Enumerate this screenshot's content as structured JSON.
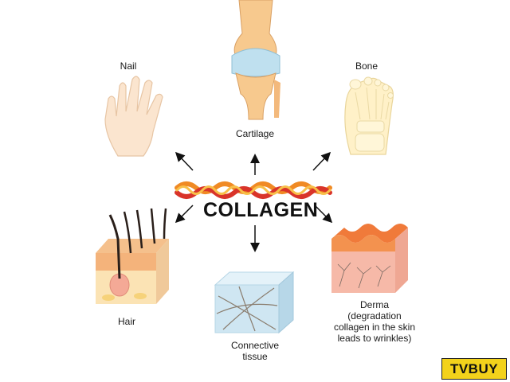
{
  "title": "COLLAGEN",
  "labels": {
    "nail": "Nail",
    "cartilage": "Cartilage",
    "bone": "Bone",
    "hair": "Hair",
    "connective_line1": "Connective",
    "connective_line2": "tissue",
    "derma_line1": "Derma",
    "derma_line2": "(degradation",
    "derma_line3": "collagen in the skin",
    "derma_line4": "leads to wrinkles)"
  },
  "logo": {
    "text": "TVBUY"
  },
  "colors": {
    "fiber_orange": "#f08a24",
    "fiber_red": "#d9342a",
    "skin": "#fbe2c8",
    "derma_pink": "#f6b9a8",
    "tissue_blue": "#cfe6f2"
  }
}
